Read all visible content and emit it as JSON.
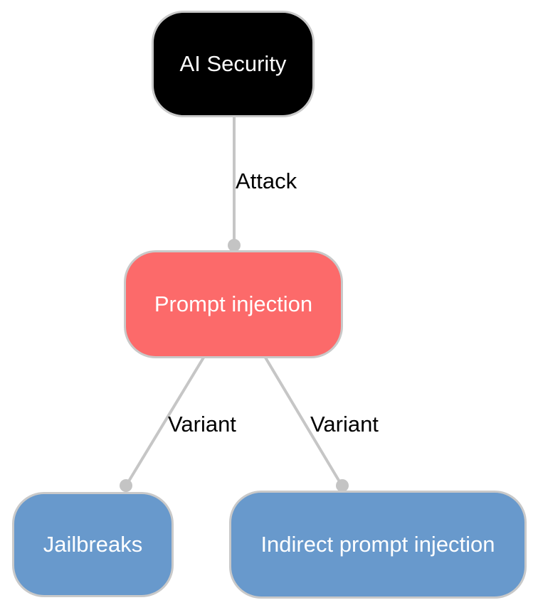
{
  "diagram": {
    "nodes": [
      {
        "id": "ai-security",
        "label": "AI Security",
        "fill": "#000000",
        "text_color": "#ffffff"
      },
      {
        "id": "prompt-injection",
        "label": "Prompt injection",
        "fill": "#fc6a6a",
        "text_color": "#ffffff"
      },
      {
        "id": "jailbreaks",
        "label": "Jailbreaks",
        "fill": "#6899cc",
        "text_color": "#ffffff"
      },
      {
        "id": "indirect-prompt-injection",
        "label": "Indirect prompt injection",
        "fill": "#6899cc",
        "text_color": "#ffffff"
      }
    ],
    "edges": [
      {
        "from": "ai-security",
        "to": "prompt-injection",
        "label": "Attack"
      },
      {
        "from": "prompt-injection",
        "to": "jailbreaks",
        "label": "Variant"
      },
      {
        "from": "prompt-injection",
        "to": "indirect-prompt-injection",
        "label": "Variant"
      }
    ],
    "colors": {
      "background": "#ffffff",
      "edge_line": "#c6c6c6",
      "edge_dot": "#c4c4c4",
      "node_border": "#c9c9c9",
      "edge_label_text": "#000000"
    }
  }
}
